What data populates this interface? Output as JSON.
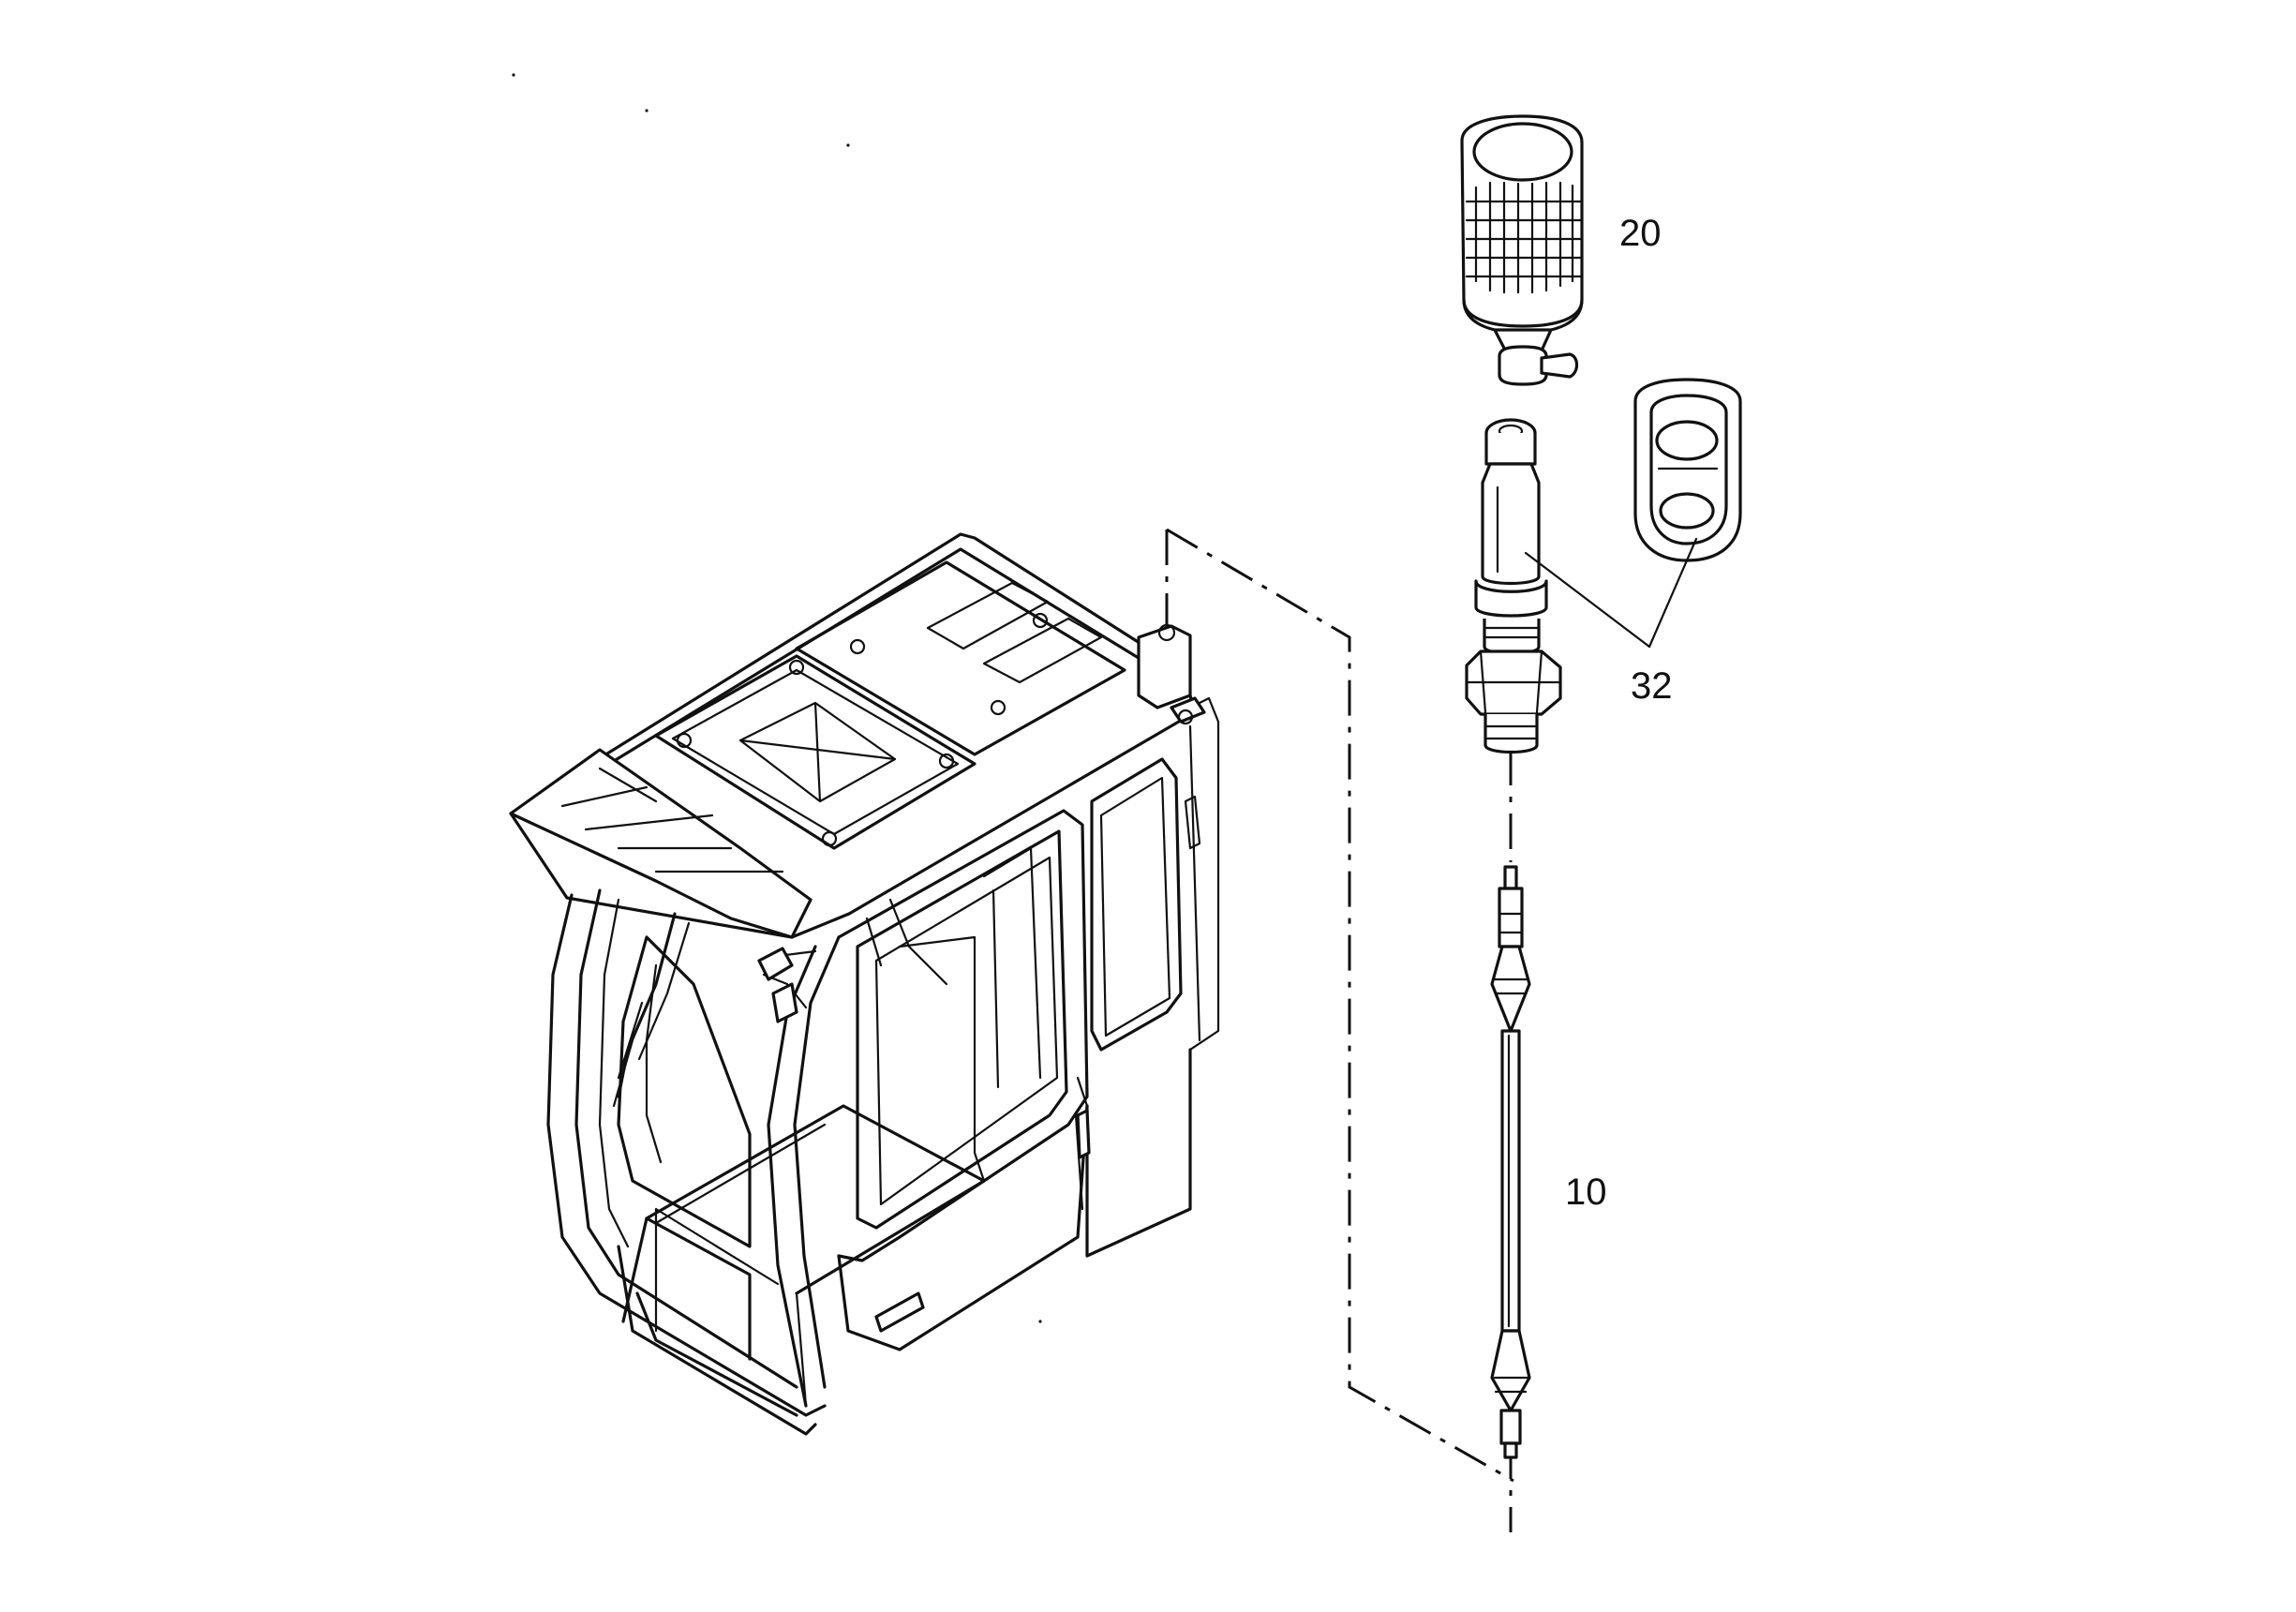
{
  "callouts": {
    "part_10": "10",
    "part_20": "20",
    "part_32": "32"
  },
  "colors": {
    "ink": "#111111",
    "paper": "#ffffff"
  }
}
